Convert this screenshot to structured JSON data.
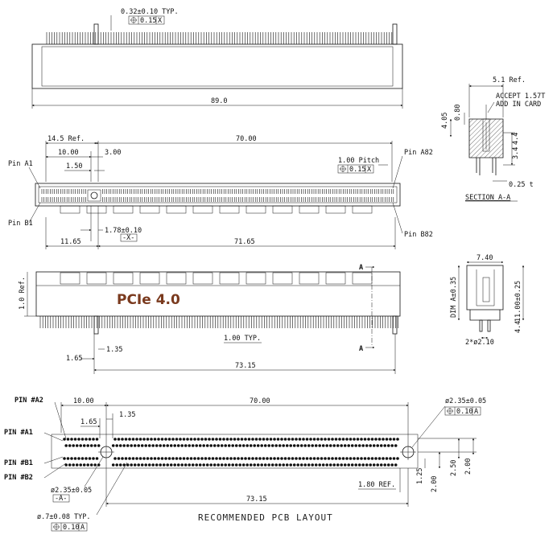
{
  "top_view": {
    "tol_pitch": "0.32±0.10  TYP.",
    "tol_frame": "0.15",
    "tol_ref": "X",
    "length": "89.0"
  },
  "plan_view": {
    "ref_left": "14.5 Ref.",
    "dim_10": "10.00",
    "dim_3": "3.00",
    "dim_150": "1.50",
    "dim_70": "70.00",
    "pitch": "1.00 Pitch",
    "pitch_tol": "0.15",
    "pitch_ref": "X",
    "pin_a1": "Pin A1",
    "pin_b1": "Pin B1",
    "pin_a82": "Pin A82",
    "pin_b82": "Pin B82",
    "dim_178": "1.78±0.10",
    "datum_x": "-X-",
    "dim_1165": "11.65",
    "dim_7165": "71.65"
  },
  "section_view": {
    "ref": "5.1 Ref.",
    "accept": "ACCEPT 1.57T",
    "add": "ADD IN CARD",
    "dim_405": "4.05",
    "dim_080": "0.80",
    "dim_44": "4.4",
    "dim_34": "3.4",
    "dim_025": "0.25  t",
    "caption": "SECTION  A-A"
  },
  "front_view": {
    "ref": "1.0 Ref.",
    "product": "PCIe  4.0",
    "section_mark": "A",
    "dim_100": "1.00 TYP.",
    "dim_165": "1.65",
    "dim_135": "1.35",
    "dim_7315": "73.15"
  },
  "side_view": {
    "dim_740": "7.40",
    "dim_a": "DIM A±0.35",
    "dim_1100": "11.00±0.25",
    "dim_44": "4.4",
    "holes": "2*ø2.10"
  },
  "pcb_layout": {
    "pin_a2": "PIN  #A2",
    "pin_a1": "PIN  #A1",
    "pin_b1": "PIN  #B1",
    "pin_b2": "PIN  #B2",
    "dim_10": "10.00",
    "dim_70": "70.00",
    "dim_165": "1.65",
    "dim_135": "1.35",
    "hole_r": "ø2.35±0.05",
    "hole_r_tol": "0.10",
    "hole_r_ref": "A",
    "hole_l": "ø2.35±0.05",
    "datum_a": "-A-",
    "via": "ø.7±0.08  TYP.",
    "via_tol": "0.10",
    "via_ref": "A",
    "dim_180": "1.80 REF.",
    "dim_125": "1.25",
    "dim_200a": "2.00",
    "dim_250": "2.50",
    "dim_200b": "2.00",
    "dim_7315": "73.15",
    "caption": "RECOMMENDED  PCB  LAYOUT"
  }
}
